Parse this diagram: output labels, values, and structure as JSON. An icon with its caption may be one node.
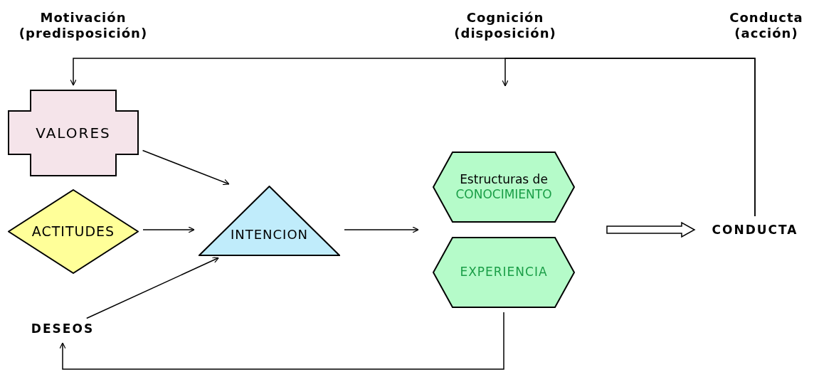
{
  "diagram": {
    "nodes": [
      {
        "text": [
          "VALORES"
        ]
      },
      {
        "text": [
          "ACTITUDES"
        ]
      },
      {
        "text": [
          "DESEOS"
        ]
      },
      {
        "text": [
          "INTENCION"
        ]
      },
      {
        "text": [
          "Estructuras de",
          "CONOCIMIENTO"
        ]
      },
      {
        "text": [
          "EXPERIENCIA"
        ]
      },
      {
        "text": [
          "CONDUCTA"
        ]
      }
    ],
    "edges": [
      {
        "from": 0,
        "to": 3,
        "arrow": "to"
      },
      {
        "from": 1,
        "to": 3,
        "arrow": "to"
      },
      {
        "from": 2,
        "to": 3,
        "arrow": "to"
      },
      {
        "from": 3,
        "to": null,
        "arrow": "to"
      },
      {
        "from": null,
        "to": 6,
        "arrow": "to",
        "style": "thick"
      },
      {
        "from": 6,
        "to": 0,
        "arrow": "to"
      },
      {
        "from": 6,
        "to": null,
        "arrow": "to"
      },
      {
        "from": 5,
        "to": 2,
        "arrow": "to"
      }
    ],
    "labels": [
      "Motivación (predisposición)",
      "Cognición (disposición)",
      "Conducta (acción)"
    ]
  }
}
